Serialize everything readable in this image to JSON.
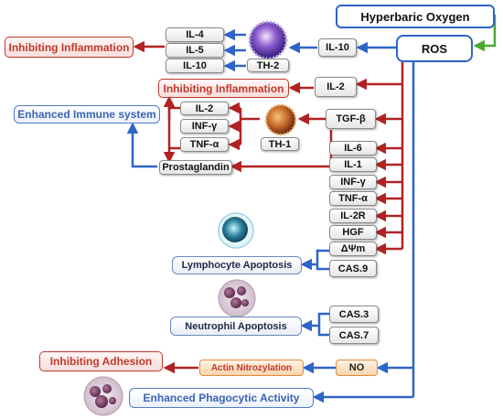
{
  "nodes": {
    "hbo": "Hyperbaric  Oxygen",
    "ros": "ROS",
    "il10_top": "IL-10",
    "il2_right": "IL-2",
    "tgf": "TGF-β",
    "il6": "IL-6",
    "il1": "IL-1",
    "infg_right": "INF-γ",
    "tnfa_right": "TNF-α",
    "il2r": "IL-2R",
    "hgf": "HGF",
    "dpsi": "ΔΨm",
    "cas9": "CAS.9",
    "cas3": "CAS.3",
    "cas7": "CAS.7",
    "no": "NO",
    "il4": "IL-4",
    "il5": "IL-5",
    "il10_left": "IL-10",
    "th2": "TH-2",
    "th1": "TH-1",
    "il2_mid": "IL-2",
    "infg_mid": "INF-γ",
    "tnfa_mid": "TNF-α",
    "prostaglandin": "Prostaglandin",
    "actin": "Actin Nitrozylation"
  },
  "outcomes": {
    "inhibit_inflammation_top": "Inhibiting Inflammation",
    "inhibit_inflammation_mid": "Inhibiting Inflammation",
    "enhanced_immune": "Enhanced Immune system",
    "lymphocyte_apoptosis": "Lymphocyte Apoptosis",
    "neutrophil_apoptosis": "Neutrophil Apoptosis",
    "inhibit_adhesion": "Inhibiting Adhesion",
    "phagocytic": "Enhanced Phagocytic Activity"
  },
  "cell_images": [
    "th2-cell",
    "th1-cell",
    "lymphocyte",
    "neutrophil",
    "phagocyte"
  ],
  "colors": {
    "blue_arrow": "#2f64c8",
    "red_arrow": "#b22222",
    "green_arrow": "#4aa832",
    "red_text": "#c0392b",
    "blue_text": "#3c64b4"
  }
}
